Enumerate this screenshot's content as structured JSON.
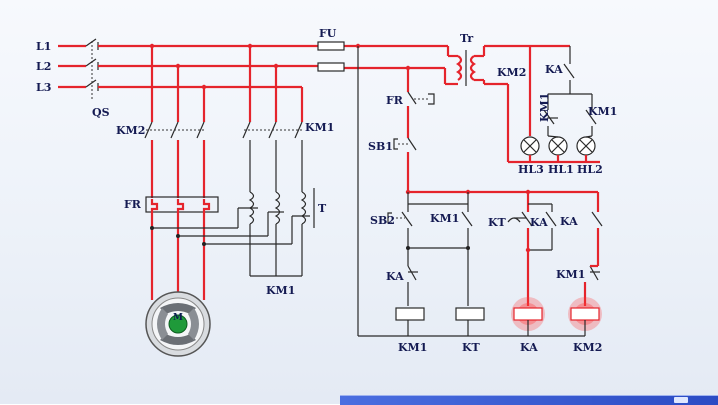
{
  "colors": {
    "power_wire": "#e5242c",
    "control_wire": "#2a2a2a",
    "label": "#141a52",
    "active_coil_glow": "#ff3b3b"
  },
  "labels": {
    "l1": "L1",
    "l2": "L2",
    "l3": "L3",
    "qs": "QS",
    "fu": "FU",
    "tr": "Tr",
    "km2_main": "KM2",
    "km1_main": "KM1",
    "fr_heater": "FR",
    "t": "T",
    "km1_bottom": "KM1",
    "motor": "M",
    "fr_ctrl": "FR",
    "sb1": "SB1",
    "sb2": "SB2",
    "km1_aux": "KM1",
    "kt_contact": "KT",
    "ka_contact": "KA",
    "ka_aux": "KA",
    "ka_series": "KA",
    "km1_nc": "KM1",
    "coil_km1": "KM1",
    "coil_kt": "KT",
    "coil_ka": "KA",
    "coil_km2": "KM2",
    "km2_lamp": "KM2",
    "ka_lamp": "KA",
    "km1_lamp_v": "KM1",
    "km1_lamp": "KM1",
    "hl3": "HL3",
    "hl1": "HL1",
    "hl2": "HL2"
  }
}
